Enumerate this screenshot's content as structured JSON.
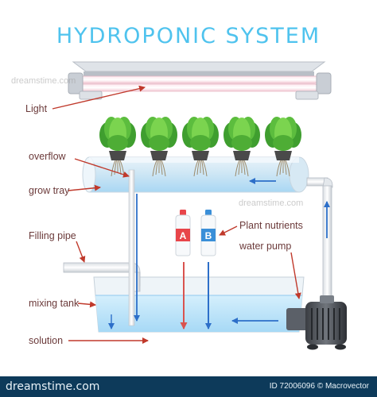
{
  "title": "HYDROPONIC SYSTEM",
  "labels": {
    "light": "Light",
    "overflow": "overflow",
    "grow_tray": "grow tray",
    "filling_pipe": "Filling pipe",
    "mixing_tank": "mixing tank",
    "solution": "solution",
    "plant_nutrients": "Plant nutrients",
    "water_pump": "water pump"
  },
  "bottles": [
    {
      "letter": "A",
      "color": "#e8454a"
    },
    {
      "letter": "B",
      "color": "#3a8fd8"
    }
  ],
  "plant_count": 5,
  "watermark": "dreamstime.com",
  "footer": {
    "logo": "dreamstime.com",
    "id_text": "ID 72006096 © Macrovector"
  },
  "colors": {
    "title": "#4fc3ee",
    "label": "#6b3a3a",
    "arrow": "#c0392b",
    "flow_blue": "#2d6fc9",
    "flow_red": "#d9534f",
    "water": "#bfe6fb",
    "footer_bg": "#0d3a5a"
  }
}
